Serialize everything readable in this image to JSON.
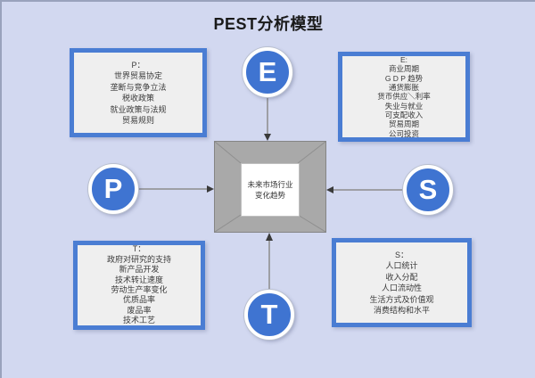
{
  "title": "PEST分析模型",
  "colors": {
    "background": "#d2d8f0",
    "page_edge": "#99a2bc",
    "box_border": "#4a7dd3",
    "box_fill": "#efefef",
    "circle_fill": "#3f74d1",
    "center_fill": "#a9a9a9",
    "connector": "#8c8c8c",
    "arrowhead": "#3a3a3a"
  },
  "center": {
    "line1": "未来市场行业",
    "line2": "变化趋势"
  },
  "nodes": {
    "political": {
      "letter": "P",
      "heading": "P：",
      "items": [
        "世界贸易协定",
        "垄断与竞争立法",
        "税收政策",
        "就业政策与法规",
        "贸易规则"
      ]
    },
    "economic": {
      "letter": "E",
      "heading": "E:",
      "items": [
        "商业周期",
        "G D P 趋势",
        "通货膨胀",
        "货币供应＼利率",
        "失业与就业",
        "可支配收入",
        "贸易周期",
        "公司投资"
      ]
    },
    "social": {
      "letter": "S",
      "heading": "S：",
      "items": [
        "人口统计",
        "收入分配",
        "人口流动性",
        "生活方式及价值观",
        "消费结构和水平"
      ]
    },
    "technological": {
      "letter": "T",
      "heading": "T：",
      "items": [
        "政府对研究的支持",
        "新产品开发",
        "技术转让速度",
        "劳动生产率变化",
        "优质品率",
        "废品率",
        "技术工艺"
      ]
    }
  }
}
